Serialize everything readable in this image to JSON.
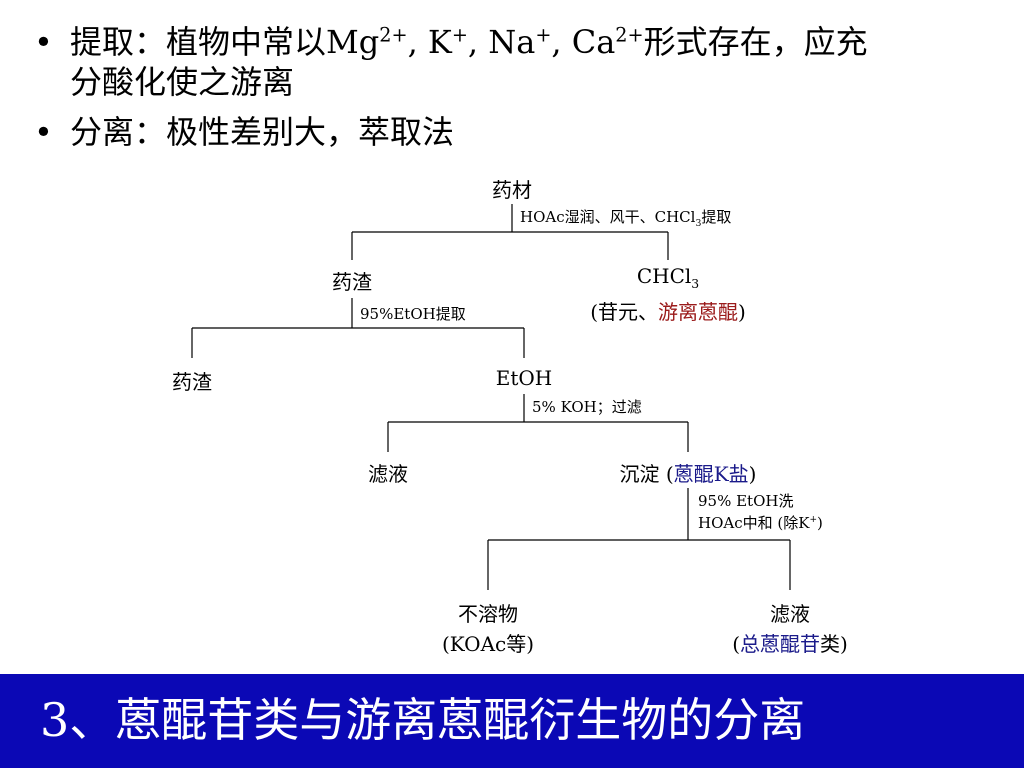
{
  "bullets": [
    {
      "prefix": "提取：植物中常以",
      "ions": [
        {
          "base": "Mg",
          "sup": "2+",
          "sep": ", "
        },
        {
          "base": "K",
          "sup": "+",
          "sep": ", "
        },
        {
          "base": "Na",
          "sup": "+",
          "sep": ", "
        },
        {
          "base": "Ca",
          "sup": "2+",
          "sep": ""
        }
      ],
      "suffix_line1": "形式存在，应充",
      "line2": "分酸化使之游离"
    },
    {
      "text": "分离：极性差别大，萃取法"
    }
  ],
  "tree": {
    "root": "药材",
    "step1": {
      "pre": "HOAc湿润、风干、CHCl",
      "sub": "3",
      "post": "提取"
    },
    "residue1": "药渣",
    "chcl3": {
      "pre": "CHCl",
      "sub": "3"
    },
    "chcl3_note": {
      "open": "(苷元、",
      "highlight": "游离蒽醌",
      "close": ")"
    },
    "step2": "95%EtOH提取",
    "residue2": "药渣",
    "etoh": "EtOH",
    "step3": "5% KOH；过滤",
    "filtrate1": "滤液",
    "precip": {
      "pre": "沉淀 (",
      "highlight": "蒽醌K盐",
      "close": ")"
    },
    "step4_line1": "95% EtOH洗",
    "step4_line2": {
      "pre": "HOAc中和 (除K",
      "sup": "+",
      "close": ")"
    },
    "insoluble": "不溶物",
    "insoluble_note": "(KOAc等)",
    "filtrate2": "滤液",
    "filtrate2_note": {
      "open": "(",
      "highlight": "总蒽醌苷",
      "close": "类)"
    }
  },
  "banner": {
    "title": "3、蒽醌苷类与游离蒽醌衍生物的分离"
  },
  "colors": {
    "banner_bg": "#0b08b5",
    "highlight_red": "#9a1a1a",
    "highlight_blue": "#1a1a8a"
  }
}
